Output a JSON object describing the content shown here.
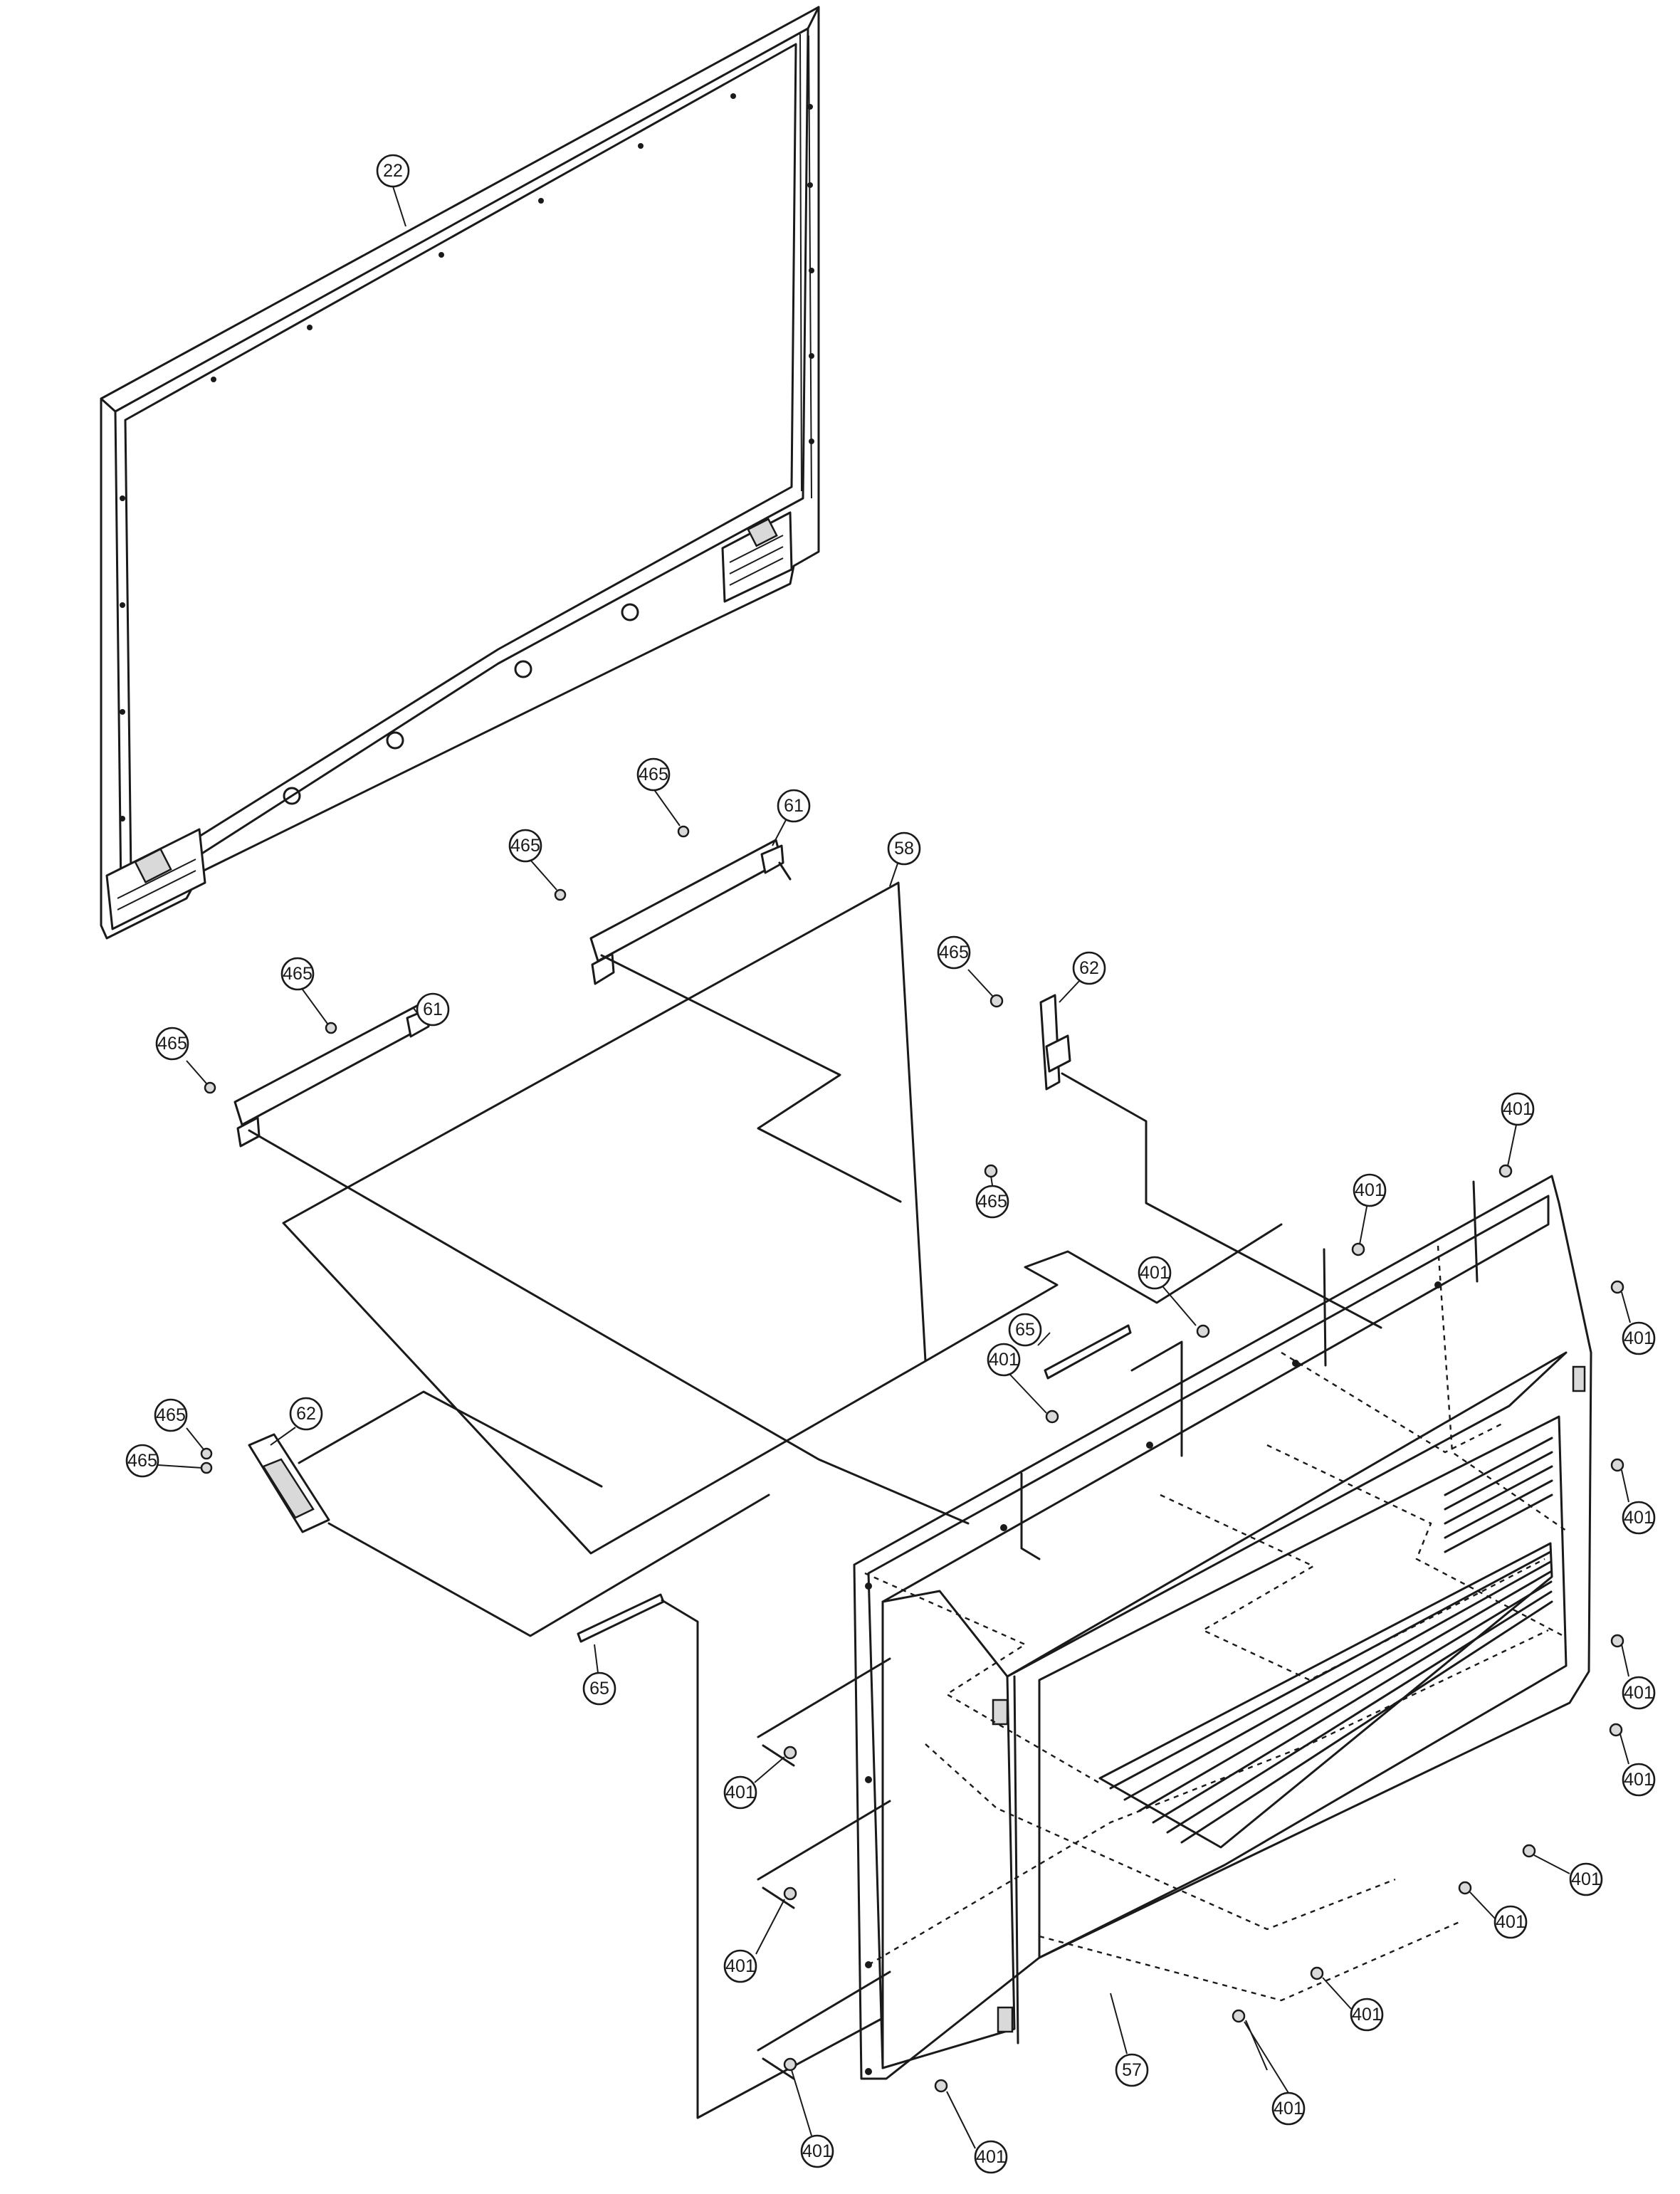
{
  "callouts": [
    {
      "id": "c22",
      "label": "22"
    },
    {
      "id": "c465a",
      "label": "465"
    },
    {
      "id": "c61a",
      "label": "61"
    },
    {
      "id": "c465b",
      "label": "465"
    },
    {
      "id": "c58",
      "label": "58"
    },
    {
      "id": "c465c",
      "label": "465"
    },
    {
      "id": "c61b",
      "label": "61"
    },
    {
      "id": "c465d",
      "label": "465"
    },
    {
      "id": "c465e",
      "label": "465"
    },
    {
      "id": "c62a",
      "label": "62"
    },
    {
      "id": "c465f",
      "label": "465"
    },
    {
      "id": "c401a",
      "label": "401"
    },
    {
      "id": "c401b",
      "label": "401"
    },
    {
      "id": "c401c",
      "label": "401"
    },
    {
      "id": "c401d",
      "label": "401"
    },
    {
      "id": "c65a",
      "label": "65"
    },
    {
      "id": "c401e",
      "label": "401"
    },
    {
      "id": "c465g",
      "label": "465"
    },
    {
      "id": "c465h",
      "label": "465"
    },
    {
      "id": "c62b",
      "label": "62"
    },
    {
      "id": "c401f",
      "label": "401"
    },
    {
      "id": "c401g",
      "label": "401"
    },
    {
      "id": "c65b",
      "label": "65"
    },
    {
      "id": "c401h",
      "label": "401"
    },
    {
      "id": "c401i",
      "label": "401"
    },
    {
      "id": "c401j",
      "label": "401"
    },
    {
      "id": "c401k",
      "label": "401"
    },
    {
      "id": "c401l",
      "label": "401"
    },
    {
      "id": "c401m",
      "label": "401"
    },
    {
      "id": "c401n",
      "label": "401"
    },
    {
      "id": "c57",
      "label": "57"
    },
    {
      "id": "c401o",
      "label": "401"
    },
    {
      "id": "c401p",
      "label": "401"
    }
  ]
}
